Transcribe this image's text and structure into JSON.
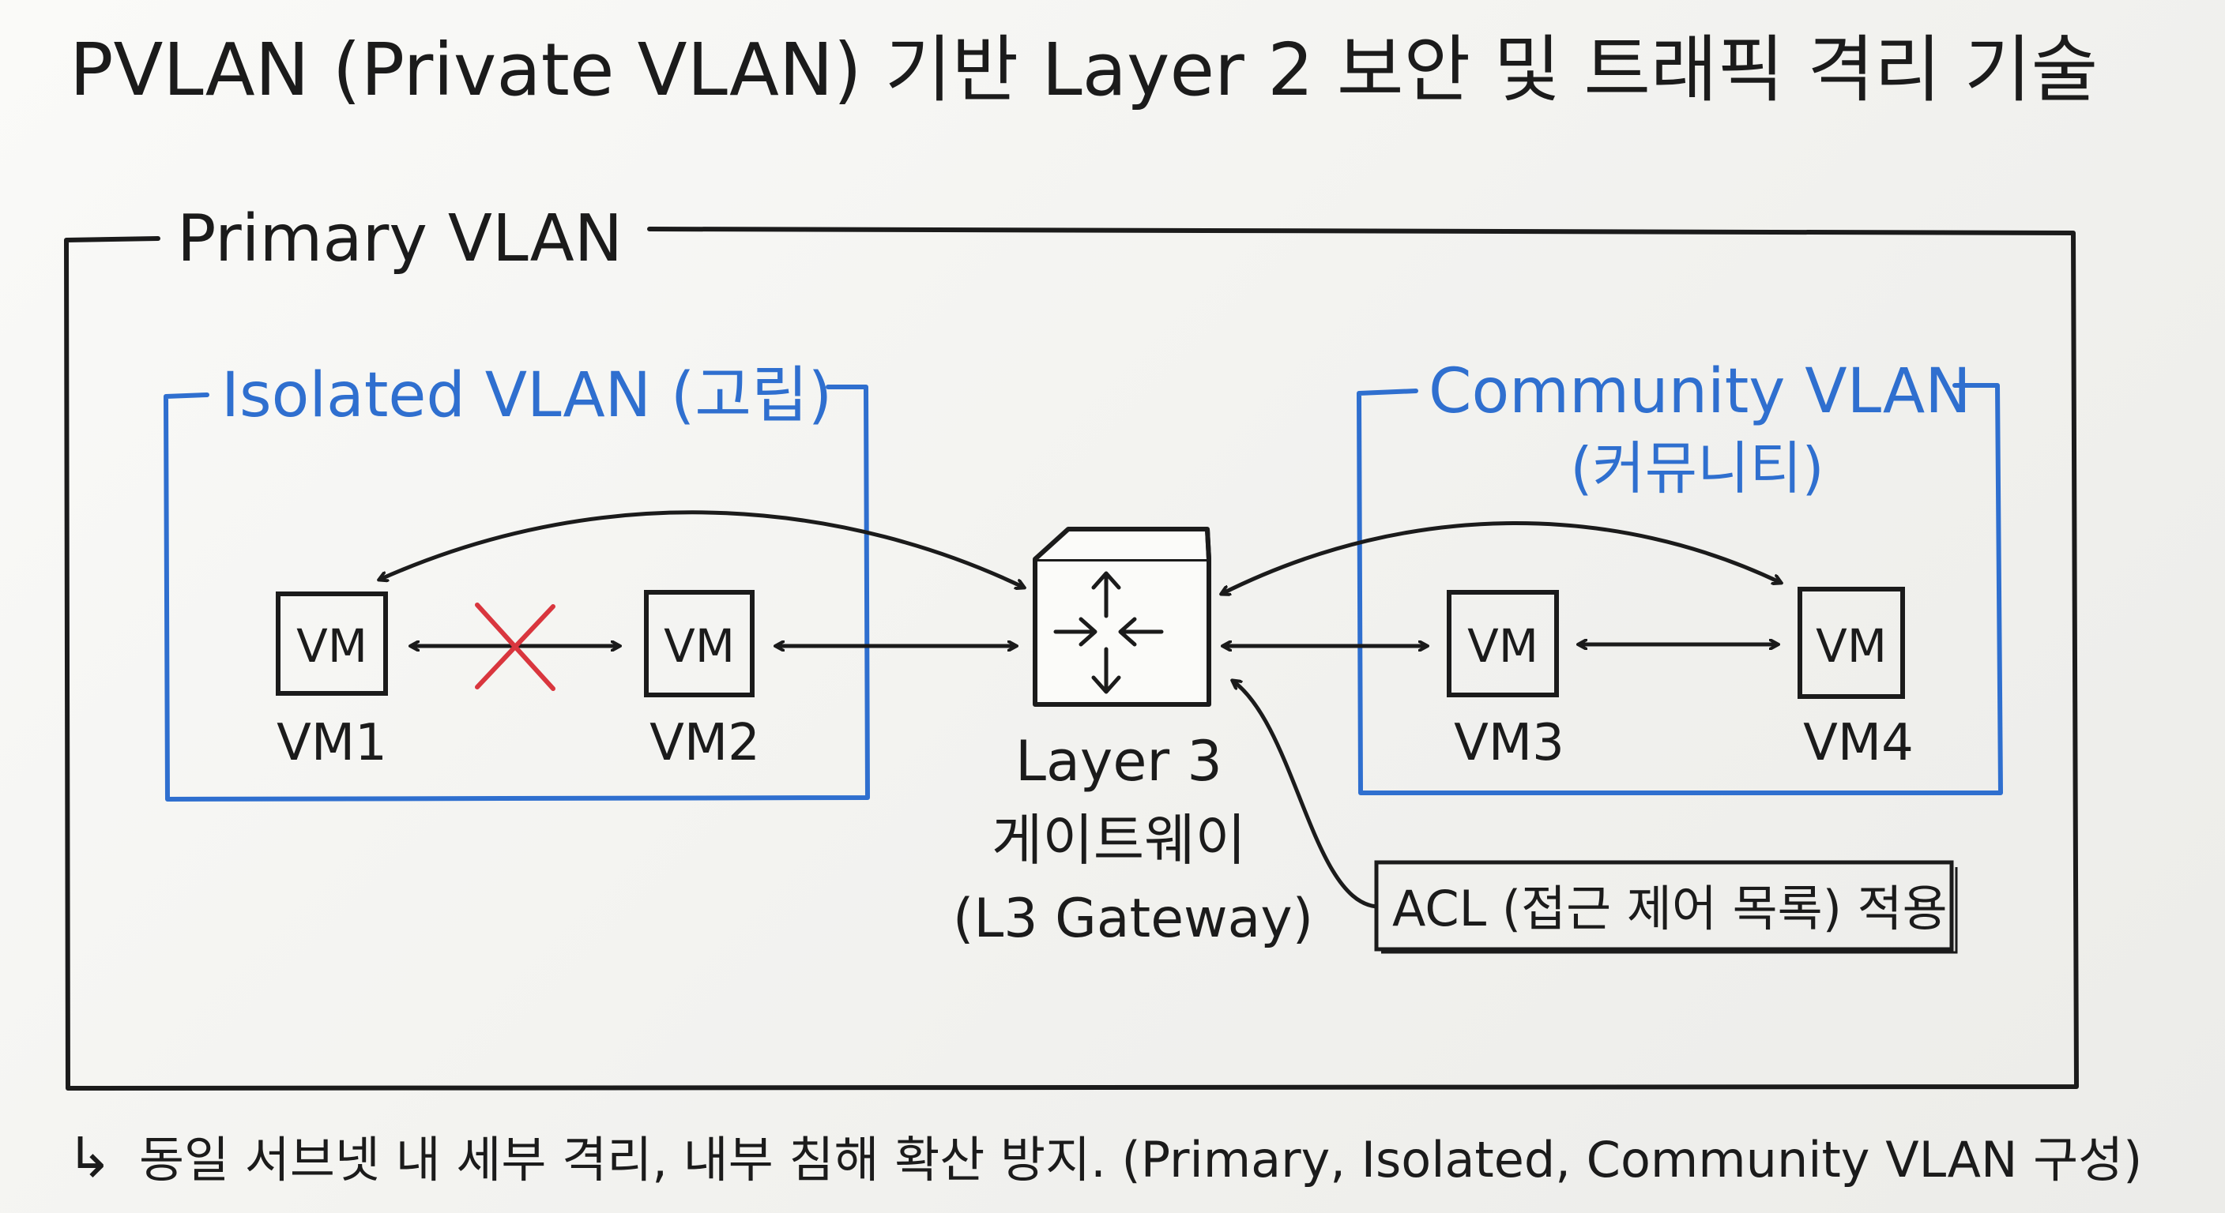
{
  "title": "PVLAN (Private VLAN) 기반 Layer 2 보안 및 트래픽 격리 기술",
  "primary_vlan": {
    "label": "Primary VLAN"
  },
  "isolated_vlan": {
    "label": "Isolated VLAN (고립)",
    "vms": [
      {
        "box_label": "VM",
        "name": "VM1"
      },
      {
        "box_label": "VM",
        "name": "VM2"
      }
    ]
  },
  "community_vlan": {
    "label_line1": "Community VLAN",
    "label_line2": "(커뮤니티)",
    "vms": [
      {
        "box_label": "VM",
        "name": "VM3"
      },
      {
        "box_label": "VM",
        "name": "VM4"
      }
    ]
  },
  "gateway": {
    "line1": "Layer 3",
    "line2": "게이트웨이",
    "line3": "(L3 Gateway)"
  },
  "acl": {
    "label": "ACL (접근 제어 목록) 적용"
  },
  "footer": {
    "arrow": "↳",
    "text": "동일 서브넷 내 세부 격리, 내부 침해 확산 방지. (Primary, Isolated, Community VLAN 구성)"
  },
  "colors": {
    "ink": "#1b1b1b",
    "blue": "#2f6fcf",
    "red": "#d9363e",
    "board": "#f5f5f3"
  }
}
